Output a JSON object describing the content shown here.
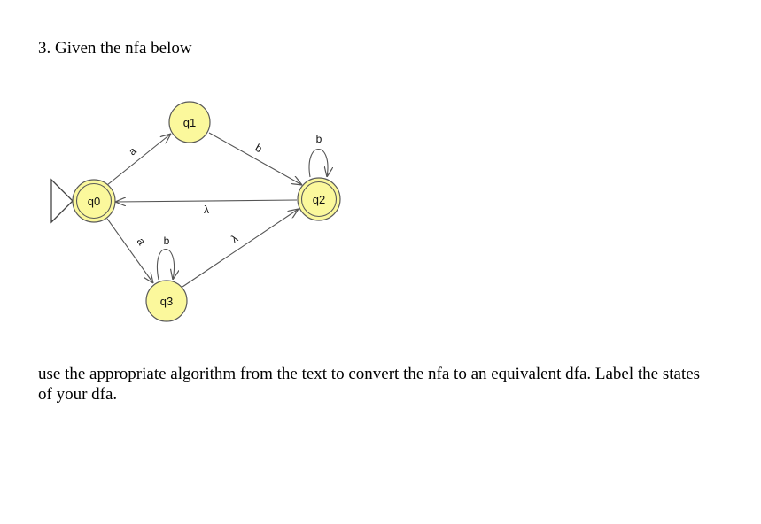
{
  "question": {
    "heading": "3. Given the nfa below",
    "instructions": "use the appropriate algorithm from the text to convert the nfa to an equivalent dfa.  Label the states of your dfa."
  },
  "nfa": {
    "colors": {
      "state_fill": "#fbf89c",
      "state_stroke": "#5a5a5a",
      "edge": "#555555"
    },
    "states": {
      "q0": {
        "label": "q0",
        "initial": true,
        "final": true
      },
      "q1": {
        "label": "q1",
        "initial": false,
        "final": false
      },
      "q2": {
        "label": "q2",
        "initial": false,
        "final": true
      },
      "q3": {
        "label": "q3",
        "initial": false,
        "final": false
      }
    },
    "transitions": {
      "q0_q1": {
        "from": "q0",
        "to": "q1",
        "label": "a"
      },
      "q1_q2": {
        "from": "q1",
        "to": "q2",
        "label": "b"
      },
      "q2_q2": {
        "from": "q2",
        "to": "q2",
        "label": "b"
      },
      "q2_q0": {
        "from": "q2",
        "to": "q0",
        "label": "λ"
      },
      "q0_q3": {
        "from": "q0",
        "to": "q3",
        "label": "a"
      },
      "q3_q3": {
        "from": "q3",
        "to": "q3",
        "label": "b"
      },
      "q3_q2": {
        "from": "q3",
        "to": "q2",
        "label": "λ"
      }
    }
  }
}
